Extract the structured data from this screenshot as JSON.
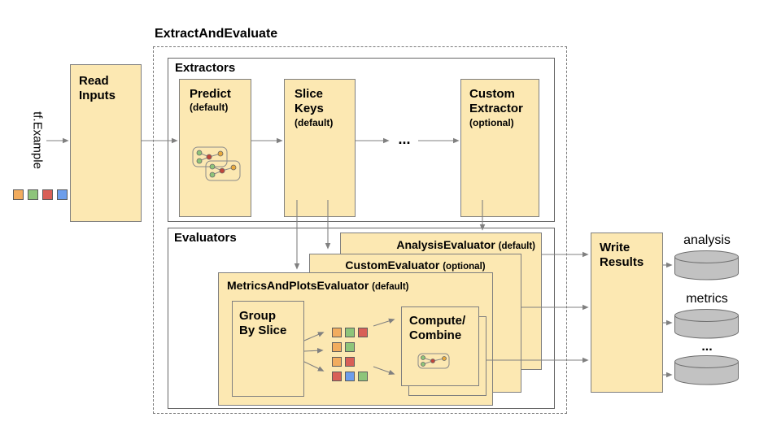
{
  "colors": {
    "box_fill": "#FCE8B2",
    "box_border": "#7f7f7f",
    "container_border": "#666666",
    "arrow": "#808080",
    "cylinder_fill": "#C2C2C2",
    "cylinder_border": "#6e6e6e",
    "squares": {
      "orange": "#F2AC5E",
      "green": "#8EC47A",
      "red": "#D85F57",
      "blue": "#6D9EEB"
    },
    "graph_nodes": {
      "green": "#8EC47A",
      "red": "#C0453A",
      "yellow": "#E8A93D"
    }
  },
  "input": {
    "label": "tf.Example",
    "squares": [
      "orange",
      "green",
      "red",
      "blue"
    ]
  },
  "pipeline": {
    "title": "ExtractAndEvaluate",
    "read_inputs": "Read\nInputs",
    "extractors": {
      "label": "Extractors",
      "predict": {
        "title": "Predict",
        "subtitle": "(default)"
      },
      "slice_keys": {
        "title": "Slice\nKeys",
        "subtitle": "(default)"
      },
      "ellipsis": "...",
      "custom_extractor": {
        "title": "Custom\nExtractor",
        "subtitle": "(optional)"
      }
    },
    "evaluators": {
      "label": "Evaluators",
      "analysis": {
        "title": "AnalysisEvaluator",
        "subtitle": "(default)"
      },
      "custom": {
        "title": "CustomEvaluator",
        "subtitle": "(optional)"
      },
      "metrics_plots": {
        "title": "MetricsAndPlotsEvaluator",
        "subtitle": "(default)"
      },
      "group_by_slice": "Group\nBy Slice",
      "slice_rows": [
        [
          "orange",
          "green",
          "red"
        ],
        [
          "orange",
          "green"
        ],
        [
          "orange",
          "red"
        ],
        [
          "red",
          "blue",
          "green"
        ]
      ],
      "compute_combine": "Compute/\nCombine"
    },
    "write_results": "Write\nResults"
  },
  "outputs": [
    {
      "label": "analysis"
    },
    {
      "label": "metrics"
    },
    {
      "label": "..."
    }
  ]
}
